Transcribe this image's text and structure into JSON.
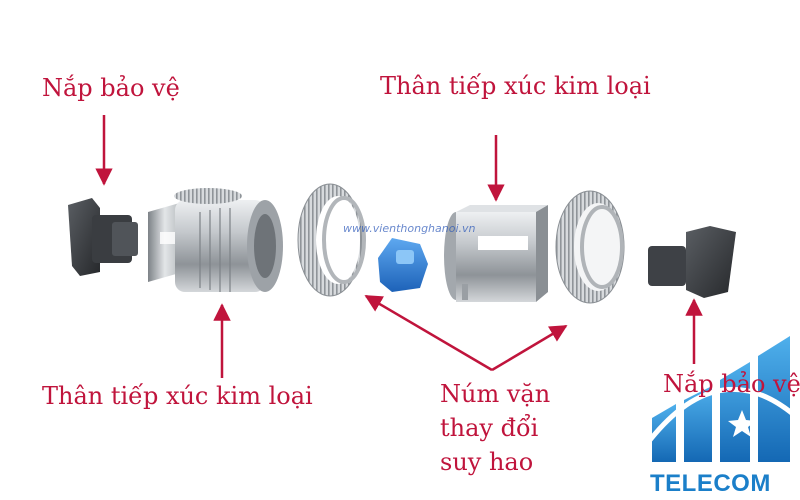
{
  "labels": {
    "top_left": "Nắp bảo vệ",
    "top_center": "Thân tiếp xúc kim loại",
    "bottom_left": "Thân tiếp xúc kim loại",
    "bottom_right": "Nắp bảo vệ",
    "knob_line1": "Núm vặn",
    "knob_line2": "thay đổi",
    "knob_line3": "suy hao"
  },
  "watermark": "www.vienthonghanoi.vn",
  "logo": {
    "text": "TELECOM",
    "icon": "hn-telecom-logo-icon",
    "color": "#1b7fc9"
  },
  "colors": {
    "label": "#c0143c",
    "arrow": "#c0143c",
    "metal": "#b9bcc0",
    "cap": "#3e4146",
    "blue_part": "#2f7fd6"
  }
}
